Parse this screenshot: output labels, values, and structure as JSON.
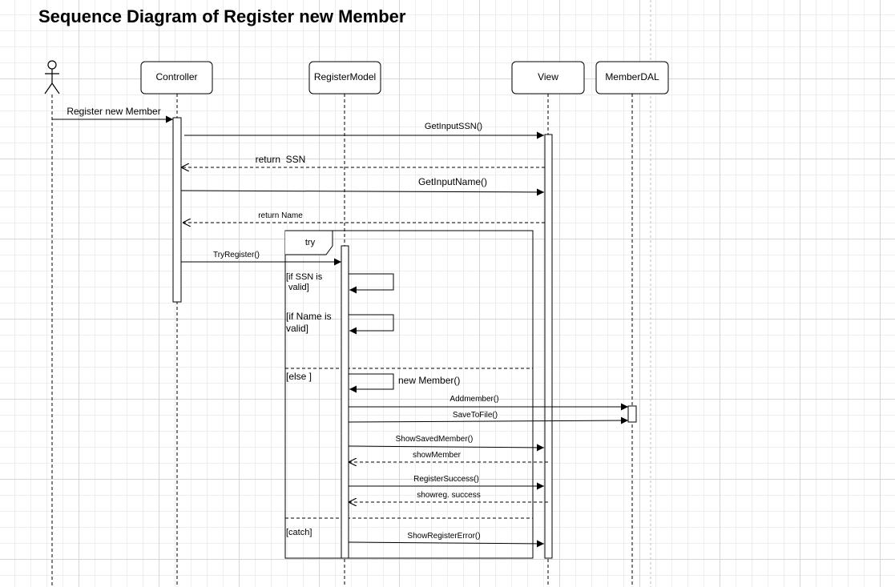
{
  "title": "Sequence Diagram of Register new Member",
  "participants": {
    "controller": "Controller",
    "register_model": "RegisterModel",
    "view": "View",
    "member_dal": "MemberDAL"
  },
  "messages": {
    "register_new_member": "Register new Member",
    "get_input_ssn": "GetInputSSN()",
    "return_ssn": "return  SSN",
    "get_input_name": "GetInputName()",
    "return_name": "return Name",
    "try_register": "TryRegister()",
    "new_member": "new Member()",
    "add_member": "Addmember()",
    "save_to_file": "SaveToFile()",
    "show_saved_member": "ShowSavedMember()",
    "show_member": "showMember",
    "register_success": "RegisterSuccess()",
    "show_reg_success": "showreg. success",
    "show_register_error": "ShowRegisterError()"
  },
  "fragment": {
    "label": "try",
    "guard_ssn_line1": "[if SSN is",
    "guard_ssn_line2": " valid]",
    "guard_name_line1": "[if Name is",
    "guard_name_line2": "valid]",
    "else_label": "[else ]",
    "catch_label": "[catch]"
  }
}
